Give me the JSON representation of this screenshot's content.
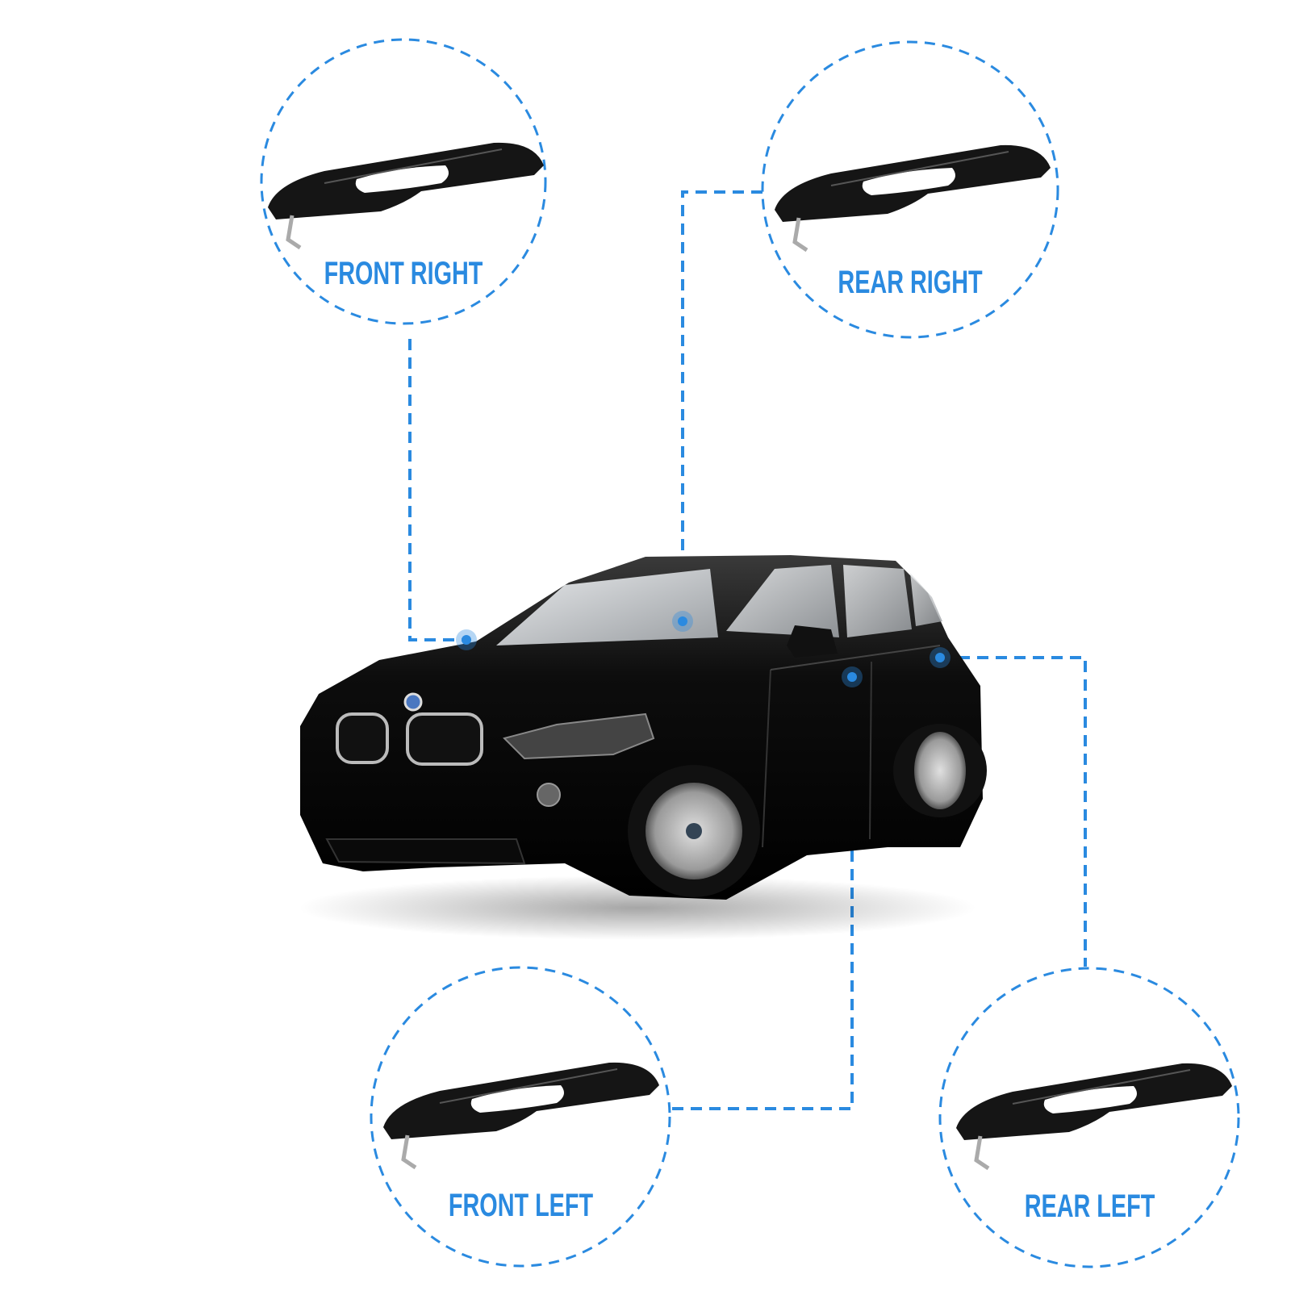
{
  "accent_color": "#2a8ae0",
  "callouts": [
    {
      "id": "front-right",
      "label": "FRONT RIGHT"
    },
    {
      "id": "rear-right",
      "label": "REAR RIGHT"
    },
    {
      "id": "front-left",
      "label": "FRONT LEFT"
    },
    {
      "id": "rear-left",
      "label": "REAR LEFT"
    }
  ],
  "vehicle": {
    "description": "Black SUV, front three-quarter view"
  }
}
